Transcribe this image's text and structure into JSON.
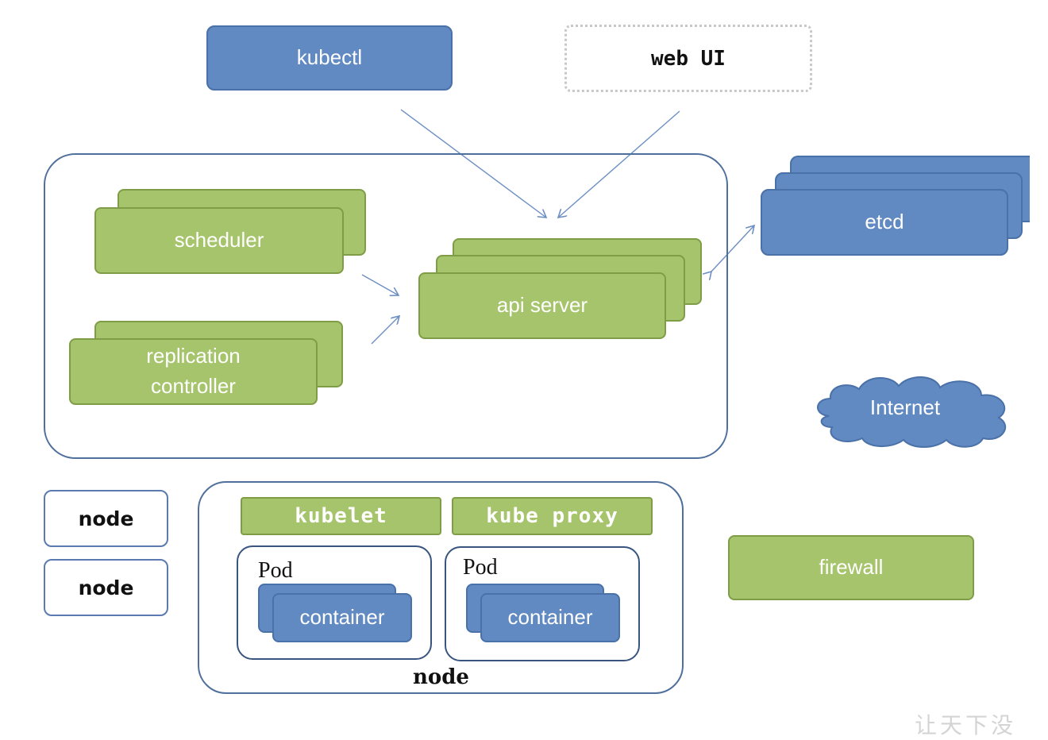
{
  "clients": {
    "kubectl": "kubectl",
    "web_ui": "web UI"
  },
  "master": {
    "scheduler": "scheduler",
    "replication_controller": [
      "replication",
      "controller"
    ],
    "api_server": "api server"
  },
  "etcd": "etcd",
  "internet": "Internet",
  "firewall": "firewall",
  "nodes": {
    "small_1": "node",
    "small_2": "node",
    "detail_label": "node",
    "kubelet": "kubelet",
    "kube_proxy": "kube proxy",
    "pods": [
      {
        "label": "Pod",
        "container": "container"
      },
      {
        "label": "Pod",
        "container": "container"
      }
    ]
  },
  "watermark": "让天下没"
}
